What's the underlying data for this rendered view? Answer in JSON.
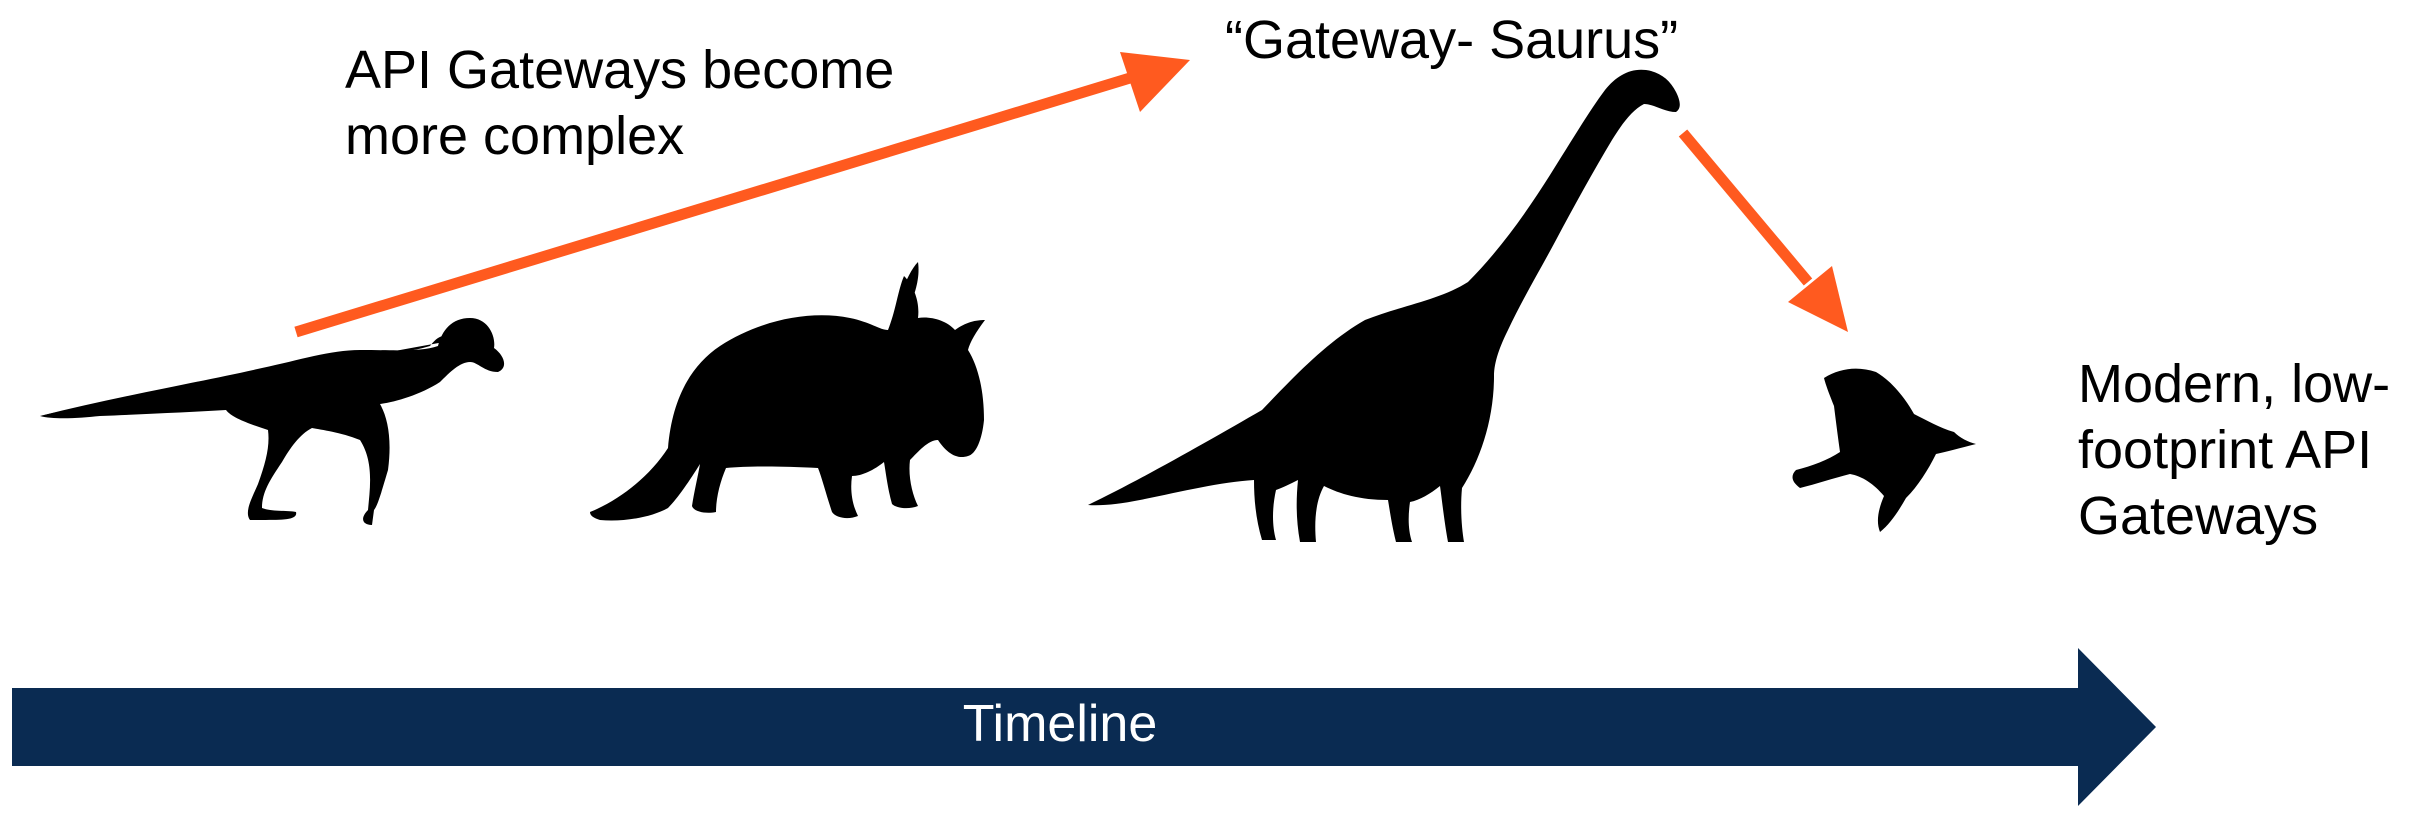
{
  "labels": {
    "complex_line1": "API Gateways become",
    "complex_line2": "more complex",
    "saurus": "“Gateway- Saurus”",
    "modern_line1": "Modern, low-",
    "modern_line2": "footprint API",
    "modern_line3": "Gateways"
  },
  "timeline": {
    "label": "Timeline",
    "color": "#0a2b52"
  },
  "arrows": {
    "color": "#ff5a1f"
  },
  "silhouettes": {
    "color": "#000000",
    "items": [
      "small-theropod",
      "triceratops",
      "brachiosaurus",
      "bird"
    ]
  }
}
